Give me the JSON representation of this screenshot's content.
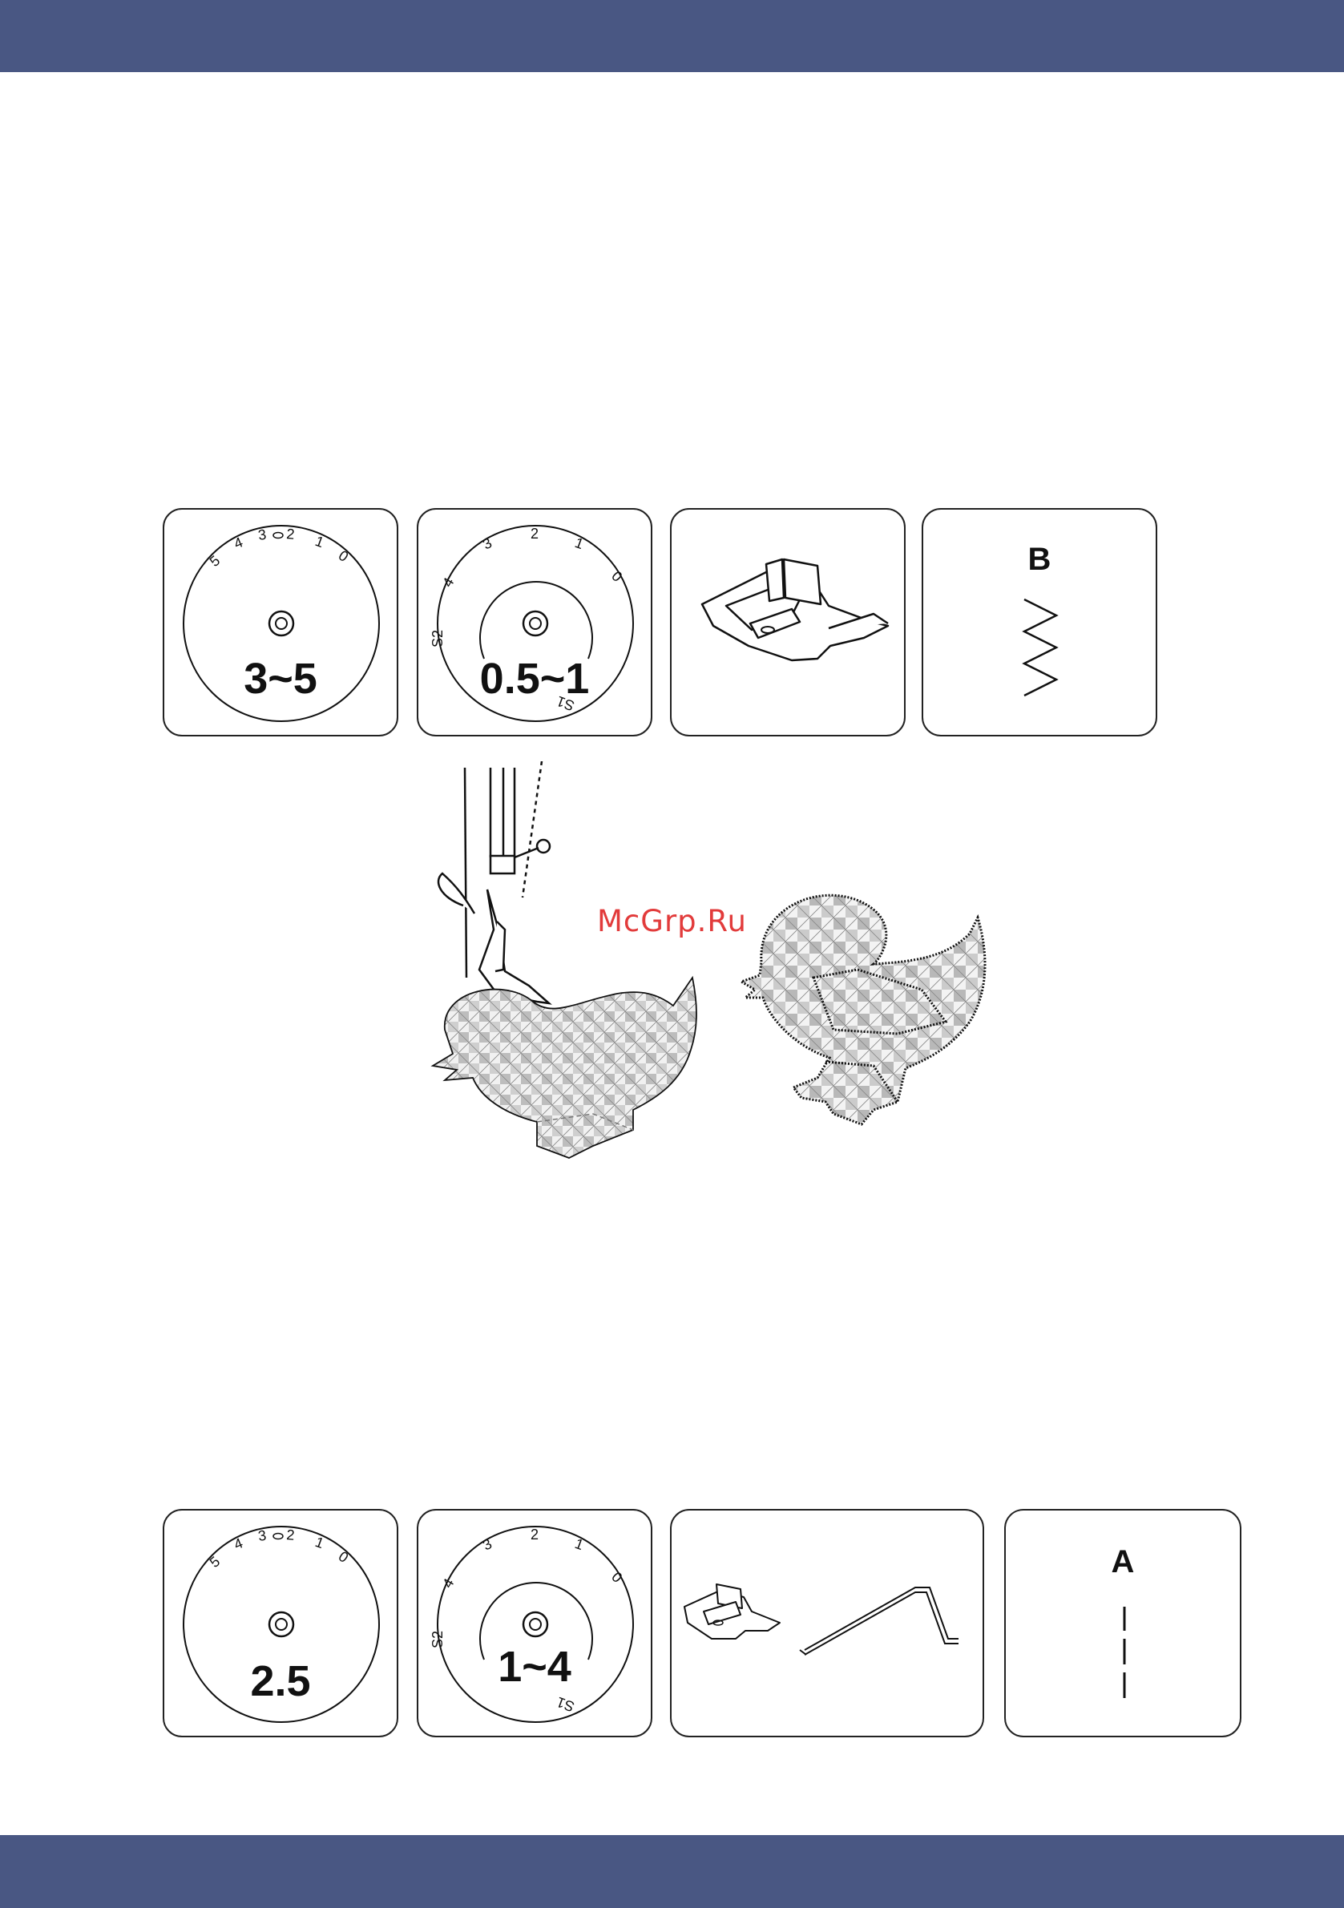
{
  "header": {
    "color": "#495783"
  },
  "footer": {
    "color": "#495783"
  },
  "watermark": "McGrp.Ru",
  "dial_scale": {
    "width_ticks": [
      "5",
      "4",
      "3",
      "2",
      "1",
      "0"
    ],
    "length_ticks": [
      "4",
      "3",
      "2",
      "1",
      "0"
    ],
    "length_special": [
      "S2",
      "S1"
    ]
  },
  "row1": {
    "width_value": "3~5",
    "length_value": "0.5~1",
    "presser_foot": "zigzag-foot-icon",
    "stitch_letter": "B",
    "stitch_icon": "zigzag-stitch-icon"
  },
  "illustration": {
    "left": "needle-sewing-applique-duck",
    "right": "finished-applique-duck"
  },
  "row2": {
    "width_value": "2.5",
    "length_value": "1~4",
    "presser_foot": "straight-foot-and-quilting-guide-icon",
    "stitch_letter": "A",
    "stitch_icon": "straight-stitch-icon"
  }
}
